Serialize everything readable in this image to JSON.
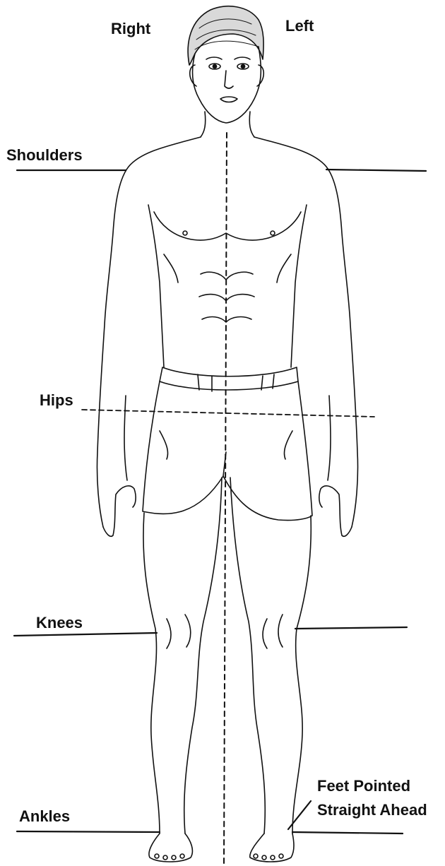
{
  "labels": {
    "right": "Right",
    "left": "Left",
    "shoulders": "Shoulders",
    "hips": "Hips",
    "knees": "Knees",
    "ankles": "Ankles",
    "feet_line1": "Feet Pointed",
    "feet_line2": "Straight Ahead"
  },
  "colors": {
    "ink": "#111111",
    "background": "#ffffff"
  }
}
